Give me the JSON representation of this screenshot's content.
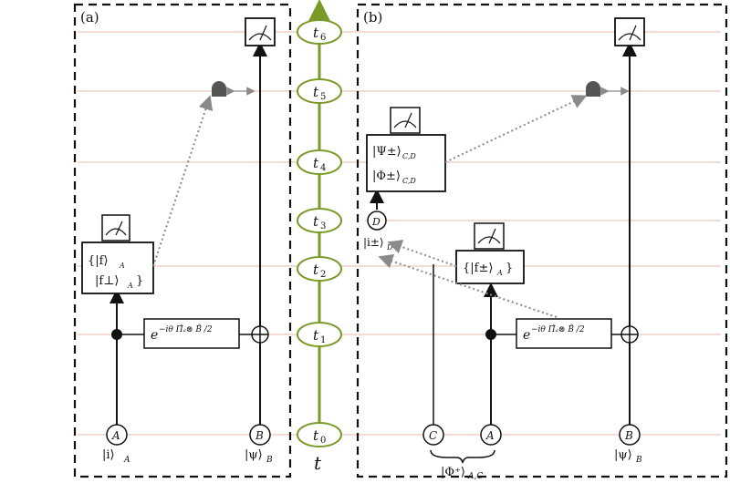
{
  "panels": {
    "a_label": "(a)",
    "b_label": "(b)"
  },
  "timeline": {
    "axis_label": "t",
    "ticks": [
      {
        "main": "t",
        "sub": "6"
      },
      {
        "main": "t",
        "sub": "5"
      },
      {
        "main": "t",
        "sub": "4"
      },
      {
        "main": "t",
        "sub": "3"
      },
      {
        "main": "t",
        "sub": "2"
      },
      {
        "main": "t",
        "sub": "1"
      },
      {
        "main": "t",
        "sub": "0"
      }
    ],
    "color": "#7a9a2a"
  },
  "panel_a": {
    "qubit_A": {
      "node": "A",
      "state": "|i⟩",
      "sub": "A"
    },
    "qubit_B": {
      "node": "B",
      "state": "|ψ⟩",
      "sub": "B"
    },
    "gate_text": "e",
    "gate_exp": "−iθ Π̂ₐ⊗ B̂ /2",
    "measure_line1": "{|f⟩",
    "measure_line1_sub": "A",
    "measure_line2": "|f⊥⟩",
    "measure_line2_sub": "A",
    "measure_line2_suffix": "}"
  },
  "panel_b": {
    "qubit_C": {
      "node": "C"
    },
    "qubit_A": {
      "node": "A"
    },
    "qubit_B": {
      "node": "B",
      "state": "|ψ⟩",
      "sub": "B"
    },
    "qubit_D": {
      "node": "D",
      "state": "|i±⟩",
      "sub": "D"
    },
    "bell_label": "|Φ⁺⟩",
    "bell_sub": "A,C",
    "gate_text": "e",
    "gate_exp": "−iθ Π̂ₐ⊗ B̂ /2",
    "small_measure": "{|f±⟩",
    "small_measure_sub": "A",
    "small_measure_suffix": "}",
    "bell_measure_line1": "|Ψ±⟩",
    "bell_measure_line1_sub": "C,D",
    "bell_measure_line2": "|Φ±⟩",
    "bell_measure_line2_sub": "C,D"
  },
  "colors": {
    "time_line": "#e7b8a6",
    "box_stroke": "#222222",
    "dotted_arrow": "#8a8a8a",
    "detector": "#555555"
  }
}
